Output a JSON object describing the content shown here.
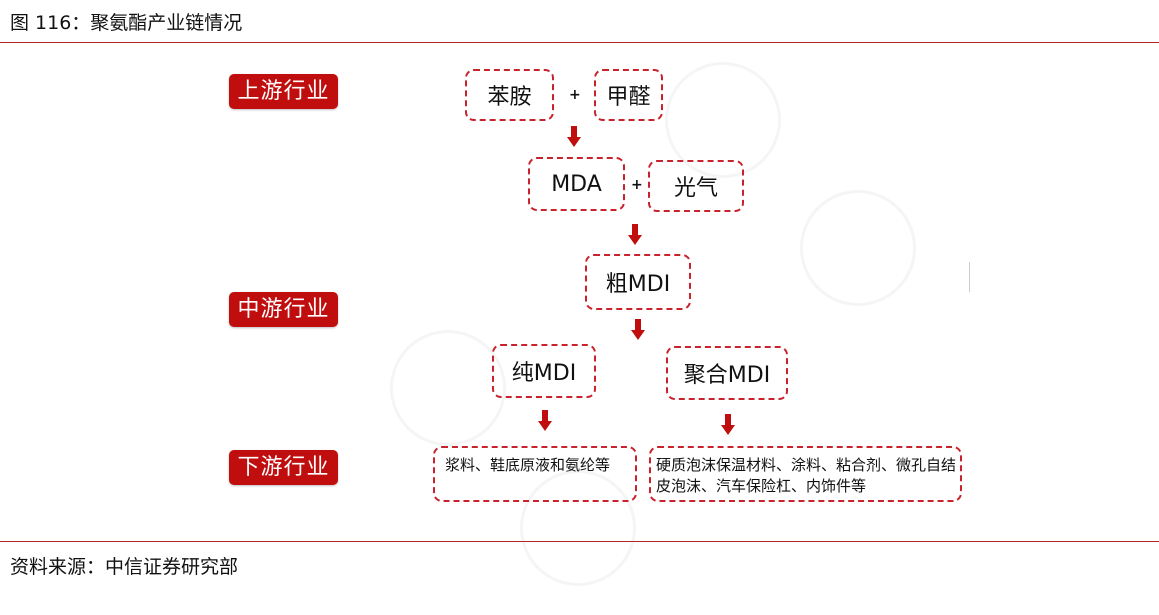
{
  "figure": {
    "title": "图 116：聚氨酯产业链情况",
    "source": "资料来源：中信证券研究部"
  },
  "stages": {
    "upstream": "上游行业",
    "midstream": "中游行业",
    "downstream": "下游行业"
  },
  "nodes": {
    "aniline": "苯胺",
    "formaldehyde": "甲醛",
    "mda": "MDA",
    "phosgene": "光气",
    "crude_mdi": "粗MDI",
    "pure_mdi": "纯MDI",
    "polymeric_mdi": "聚合MDI",
    "pure_mdi_uses": "浆料、鞋底原液和氨纶等",
    "polymeric_mdi_uses": "硬质泡沫保温材料、涂料、粘合剂、微孔自结皮泡沫、汽车保险杠、内饰件等"
  },
  "symbols": {
    "plus": "+"
  },
  "colors": {
    "accent": "#c00d0d",
    "dashed_border": "#c8232c"
  }
}
